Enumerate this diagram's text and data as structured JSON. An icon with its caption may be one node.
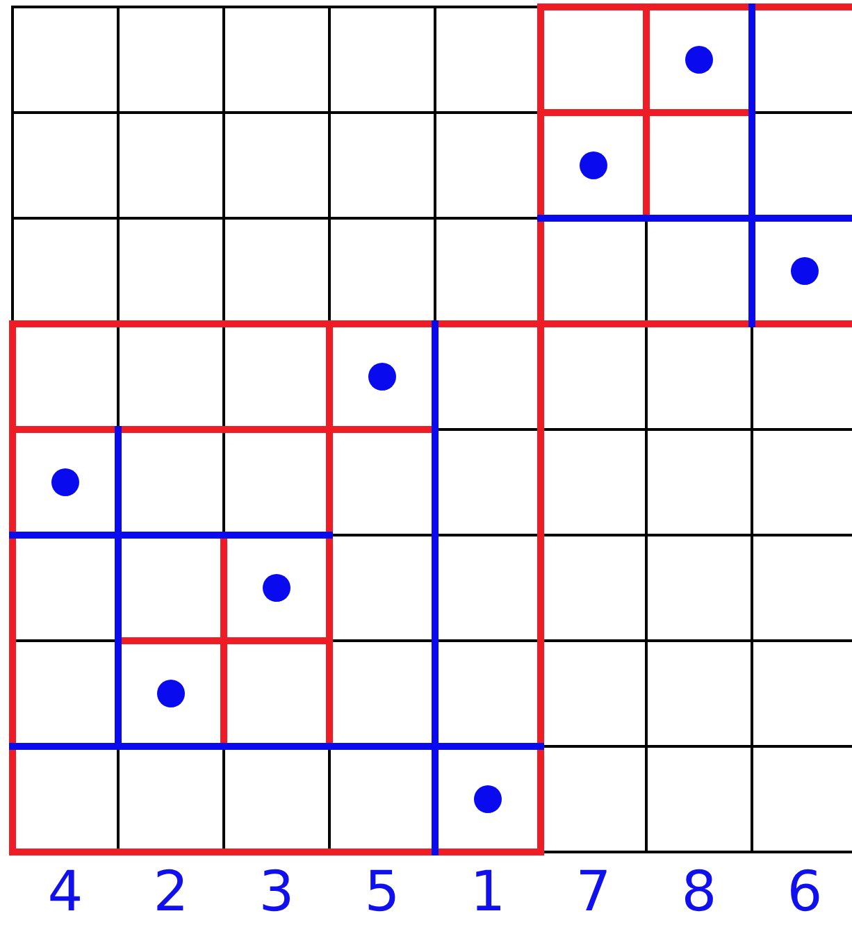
{
  "diagram": {
    "labels": [
      "4",
      "2",
      "3",
      "5",
      "1",
      "7",
      "8",
      "6"
    ]
  }
}
